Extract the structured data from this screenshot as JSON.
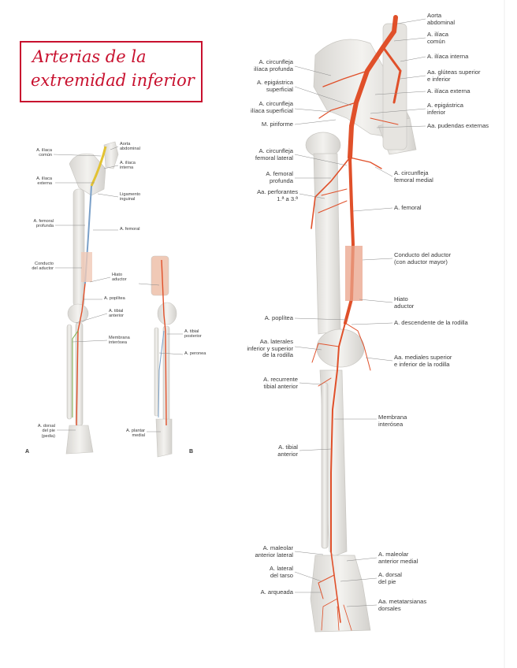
{
  "title": {
    "line1": "Arterias de la",
    "line2": "extremidad inferior"
  },
  "colors": {
    "artery": "#e0502a",
    "bone": "#e9e7e3",
    "title": "#c8102e",
    "common_iliac": "#e2c233",
    "vein": "#7aa0c8"
  },
  "figure_a": {
    "letter": "A",
    "labels": {
      "aorta": "Aorta\nabdominal",
      "iliaca_comun": "A. ilíaca\ncomún",
      "iliaca_interna": "A. ilíaca\ninterna",
      "iliaca_externa": "A. ilíaca\nexterna",
      "ligamento": "Ligamento\ninguinal",
      "femoral_profunda": "A. femoral\nprofunda",
      "femoral": "A. femoral",
      "conducto": "Conducto\ndel aductor",
      "hiato": "Hiato\naductor",
      "poplitea": "A. poplítea",
      "tibial_anterior": "A. tibial\nanterior",
      "membrana": "Membrana\ninterósea",
      "dorsal_pie": "A. dorsal\ndel pie\n(pedia)"
    }
  },
  "figure_b": {
    "letter": "B",
    "labels": {
      "tibial_posterior": "A. tibial\nposterior",
      "peronea": "A. peronea",
      "plantar_medial": "A. plantar\nmedial"
    }
  },
  "figure_c": {
    "labels_left": {
      "circ_profunda": "A. circunfleja\nilíaca profunda",
      "epi_superficial": "A. epigástrica\nsuperficial",
      "circ_superficial": "A. circunfleja\nilíaca superficial",
      "piriforme": "M. piriforme",
      "circ_fem_lateral": "A. circunfleja\nfemoral lateral",
      "fem_profunda": "A. femoral\nprofunda",
      "perforantes": "Aa. perforantes\n1.ª a 3.ª",
      "poplitea": "A. poplítea",
      "laterales_rodilla": "Aa. laterales\ninferior y superior\nde la rodilla",
      "recurrente": "A. recurrente\ntibial anterior",
      "tibial_anterior": "A. tibial\nanterior",
      "maleolar_lateral": "A. maleolar\nanterior lateral",
      "lateral_tarso": "A. lateral\ndel tarso",
      "arqueada": "A. arqueada"
    },
    "labels_right": {
      "aorta": "Aorta\nabdominal",
      "iliaca_comun": "A. ilíaca\ncomún",
      "iliaca_interna": "A. ilíaca interna",
      "gluteas": "Aa. glúteas superior\ne inferior",
      "iliaca_externa": "A. ilíaca externa",
      "epi_inferior": "A. epigástrica\ninferior",
      "pudendas": "Aa. pudendas externas",
      "circ_fem_medial": "A. circunfleja\nfemoral medial",
      "femoral": "A. femoral",
      "conducto": "Conducto del aductor\n(con aductor mayor)",
      "hiato": "Hiato\naductor",
      "descendente": "A. descendente de la rodilla",
      "mediales_rodilla": "Aa. mediales superior\ne inferior de la rodilla",
      "membrana": "Membrana\ninterósea",
      "maleolar_medial": "A. maleolar\nanterior medial",
      "dorsal_pie": "A. dorsal\ndel pie",
      "metatarsianas": "Aa. metatarsianas\ndorsales"
    }
  }
}
